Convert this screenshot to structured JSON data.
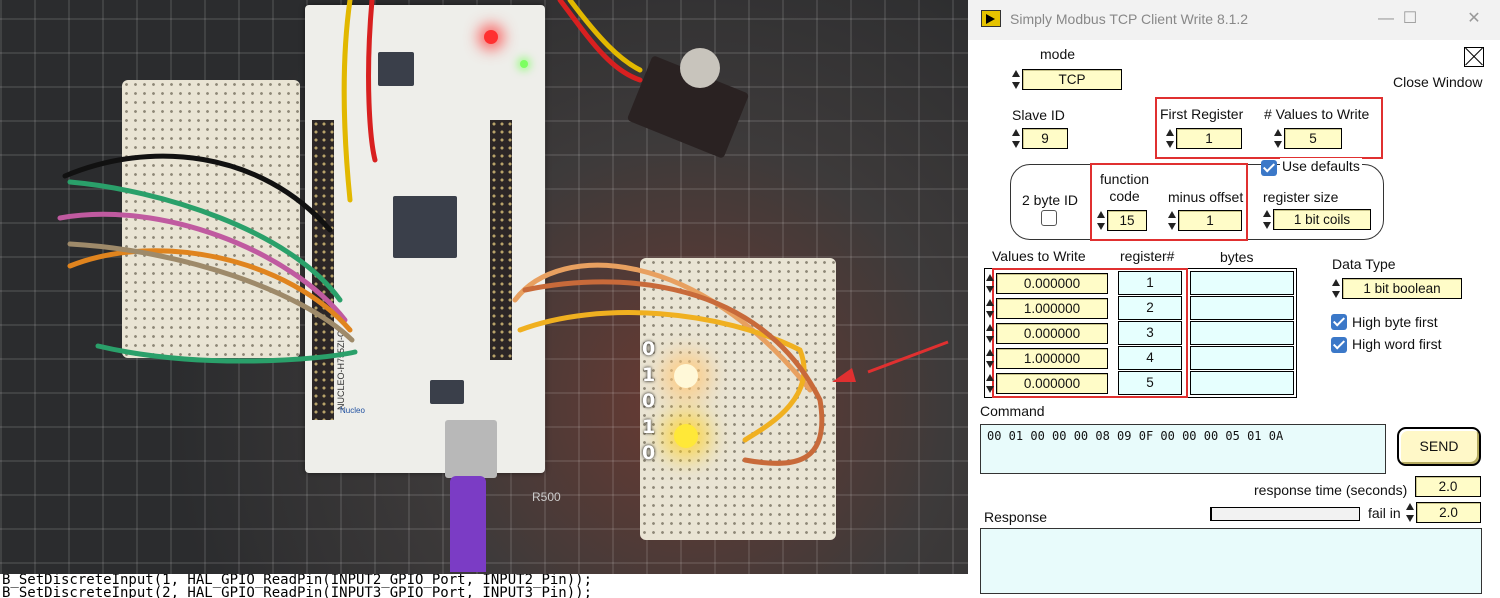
{
  "window": {
    "title": "Simply Modbus TCP Client Write 8.1.2",
    "minimize": "—",
    "maximize": "☐",
    "close": "✕"
  },
  "form": {
    "mode_label": "mode",
    "mode_value": "TCP",
    "close_window_label": "Close Window",
    "slave_id_label": "Slave ID",
    "slave_id_value": "9",
    "first_register_label": "First Register",
    "first_register_value": "1",
    "num_values_label": "# Values to Write",
    "num_values_value": "5",
    "use_defaults_label": "Use defaults",
    "use_defaults_checked": true,
    "two_byte_id_label": "2 byte ID",
    "two_byte_id_checked": false,
    "function_code_label_1": "function",
    "function_code_label_2": "code",
    "function_code_value": "15",
    "minus_offset_label": "minus offset",
    "minus_offset_value": "1",
    "register_size_label": "register size",
    "register_size_value": "1 bit coils"
  },
  "table": {
    "headers": [
      "Values to Write",
      "register#",
      "bytes"
    ],
    "rows": [
      {
        "value": "0.000000",
        "register": "1",
        "bytes": ""
      },
      {
        "value": "1.000000",
        "register": "2",
        "bytes": ""
      },
      {
        "value": "0.000000",
        "register": "3",
        "bytes": ""
      },
      {
        "value": "1.000000",
        "register": "4",
        "bytes": ""
      },
      {
        "value": "0.000000",
        "register": "5",
        "bytes": ""
      }
    ]
  },
  "data_type": {
    "label": "Data Type",
    "value": "1 bit boolean",
    "high_byte_first_label": "High byte first",
    "high_byte_first_checked": true,
    "high_word_first_label": "High word first",
    "high_word_first_checked": true
  },
  "command": {
    "label": "Command",
    "value": "00 01 00 00 00 08 09 0F 00 00 00 05 01 0A",
    "send_label": "SEND"
  },
  "response": {
    "response_time_label": "response time (seconds)",
    "response_time_value": "2.0",
    "label": "Response",
    "fail_in_label": "fail in",
    "fail_in_value": "2.0",
    "progress_fraction": 0.01,
    "value": ""
  },
  "photo": {
    "bits": [
      "0",
      "1",
      "0",
      "1",
      "0"
    ],
    "board_labels": [
      "NUCLEO-H755ZI-Q",
      "Nucleo",
      "R500"
    ],
    "code_lines": [
      "B_SetDiscreteInput(1, HAL_GPIO_ReadPin(INPUT2_GPIO_Port, INPUT2_Pin));",
      "B_SetDiscreteInput(2, HAL_GPIO_ReadPin(INPUT3_GPIO_Port, INPUT3_Pin));"
    ]
  },
  "colors": {
    "field_yellow": "#fffcc8",
    "field_cyan": "#e6fffe",
    "highlight_red": "#e03030",
    "checkbox_blue": "#3b78c8"
  }
}
